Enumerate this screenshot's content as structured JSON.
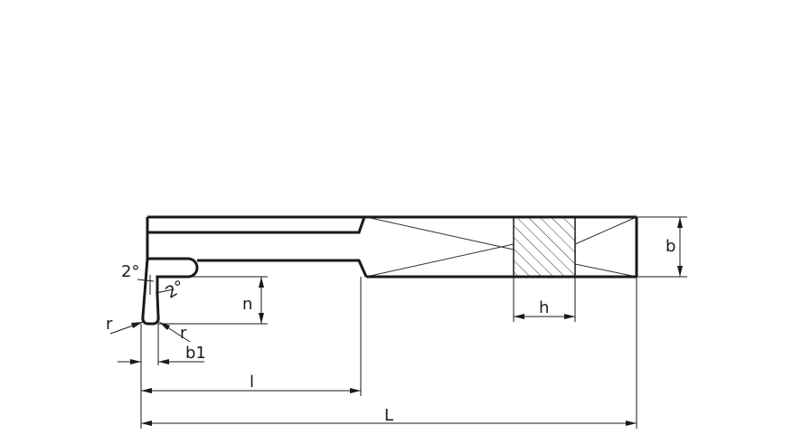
{
  "labels": {
    "b": "b",
    "h": "h",
    "n": "n",
    "b1": "b1",
    "l": "l",
    "L": "L",
    "r_left": "r",
    "r_right": "r",
    "angle_top": "2°",
    "angle_side": "2°"
  },
  "colors": {
    "line": "#1a1a1a",
    "background": "#ffffff"
  }
}
